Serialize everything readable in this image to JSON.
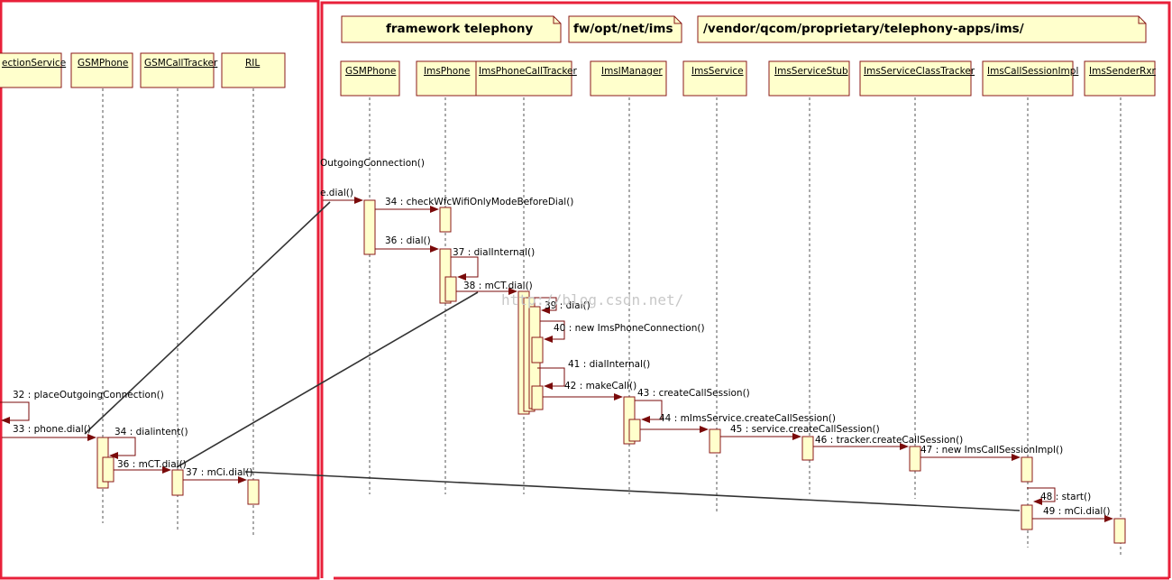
{
  "headers": [
    "framework telephony",
    "fw/opt/net/ims",
    "/vendor/qcom/proprietary/telephony-apps/ims/"
  ],
  "left_participants": [
    "ectionService",
    "GSMPhone",
    "GSMCallTracker",
    "RIL"
  ],
  "right_participants": [
    "GSMPhone",
    "ImsPhone",
    "ImsPhoneCallTracker",
    "ImslManager",
    "ImsService",
    "ImsServiceStub",
    "ImsServiceClassTracker",
    "ImsCallSessionImpl",
    "ImsSenderRxr"
  ],
  "left_messages": [
    "32 : placeOutgoingConnection()",
    "33 : phone.dial()",
    "34 : dialintent()",
    "36 : mCT.dial()",
    "37 : mCi.dial()"
  ],
  "right_messages": [
    "OutgoingConnection()",
    "e.dial()",
    "34 : checkWfcWifiOnlyModeBeforeDial()",
    "36 : dial()",
    "37 : dialInternal()",
    "38 : mCT.dial()",
    "39 : dial()",
    "40 : new ImsPhoneConnection()",
    "41 : dialInternal()",
    "42 : makeCall()",
    "43 : createCallSession()",
    "44 : mImsService.createCallSession()",
    "45 : service.createCallSession()",
    "46 : tracker.createCallSession()",
    "47 : new ImsCallSessionImpl()",
    "48 : start()",
    "49 : mCi.dial()"
  ],
  "watermark": "http://blog.csdn.net/",
  "colors": {
    "box_fill": "#ffffcc",
    "box_stroke": "#8b1a1a",
    "arrow": "#7a0a0a",
    "frame": "#e8203a",
    "connector": "#333333"
  }
}
